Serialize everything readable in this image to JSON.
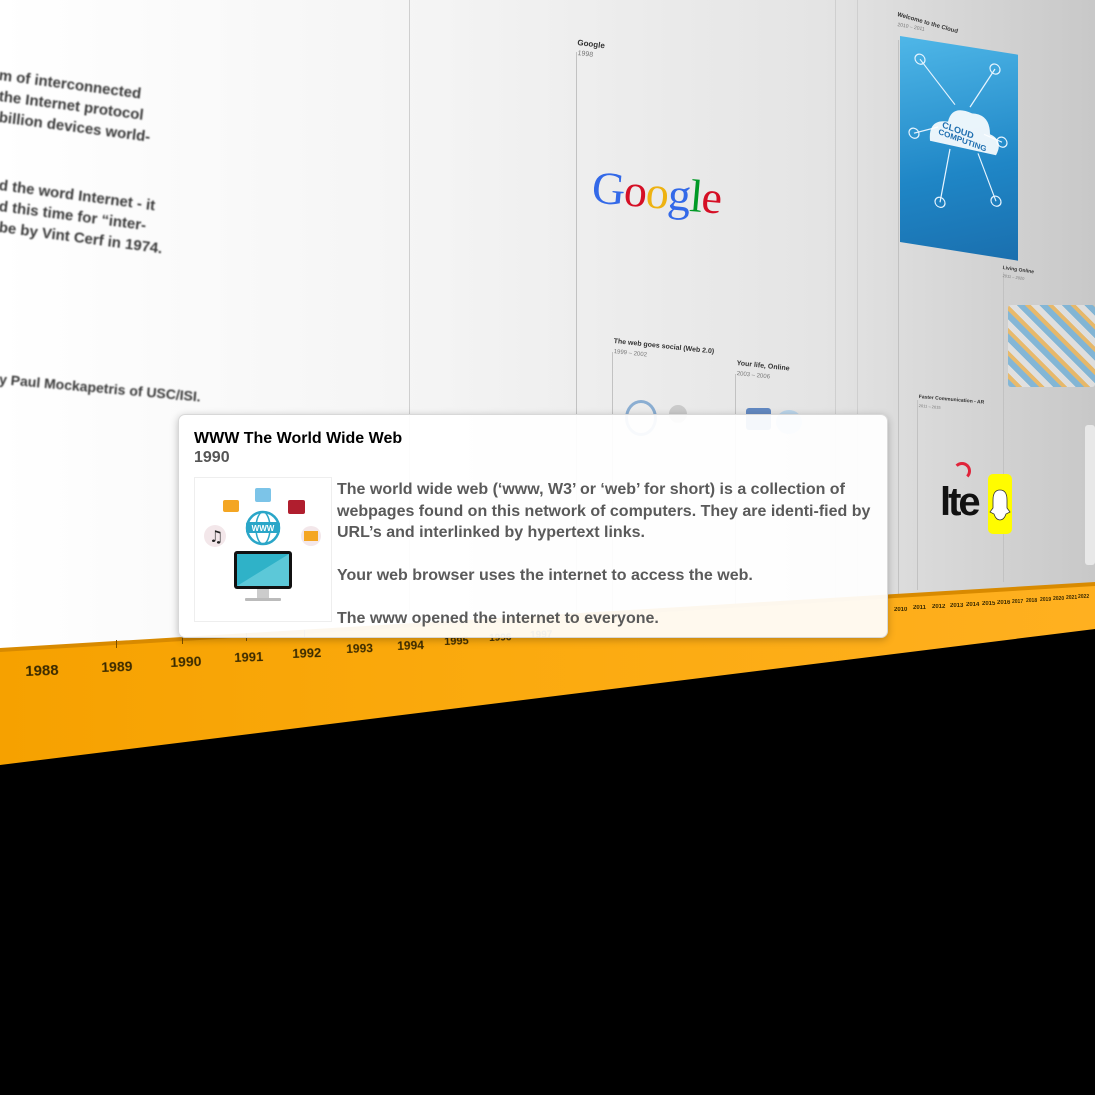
{
  "intro": {
    "lines": [
      "m of interconnected",
      "the Internet protocol",
      "billion devices world-",
      "d the word Internet - it",
      "d this time for “inter-",
      "be by Vint Cerf in 1974.",
      "y Paul Mockapetris of USC/ISI."
    ]
  },
  "axis": {
    "years": [
      "1988",
      "1989",
      "1990",
      "1991",
      "1992",
      "1993",
      "1994",
      "1995",
      "1996",
      "1997"
    ],
    "far_years": [
      "2010",
      "2011",
      "2012",
      "2013",
      "2014",
      "2015",
      "2016",
      "2017",
      "2018",
      "2019",
      "2020",
      "2021",
      "2022"
    ],
    "color": "#f6a100"
  },
  "events": [
    {
      "title": "Google",
      "date": "1998"
    },
    {
      "title": "The web goes social (Web 2.0)",
      "date": "1999 – 2002"
    },
    {
      "title": "Your life, Online",
      "date": "2003 – 2006"
    },
    {
      "title": "Welcome to the Cloud",
      "date": "2010 – 2011"
    },
    {
      "title": "Living Online",
      "date": "2011 – 2020"
    },
    {
      "title": "Faster Communication - AR",
      "date": "2011 – 2015"
    }
  ],
  "images": {
    "google_logo": {
      "letters": [
        "G",
        "o",
        "o",
        "g",
        "l",
        "e"
      ],
      "colors": [
        "#3369e8",
        "#d50f25",
        "#eeb211",
        "#3369e8",
        "#009925",
        "#d50f25"
      ]
    },
    "cloud": {
      "line1": "CLOUD",
      "line2": "COMPUTING"
    },
    "lte": "lte"
  },
  "popup": {
    "title": "WWW The World Wide Web",
    "year": "1990",
    "image_label": "WWW",
    "paragraphs": [
      "The world wide web (‘www, W3’ or ‘web’ for short) is a collection of webpages found on this network of computers. They are identi-fied by URL’s and interlinked by hypertext links.",
      "Your web browser uses the internet to access the web.",
      "The www opened the internet to everyone."
    ]
  }
}
